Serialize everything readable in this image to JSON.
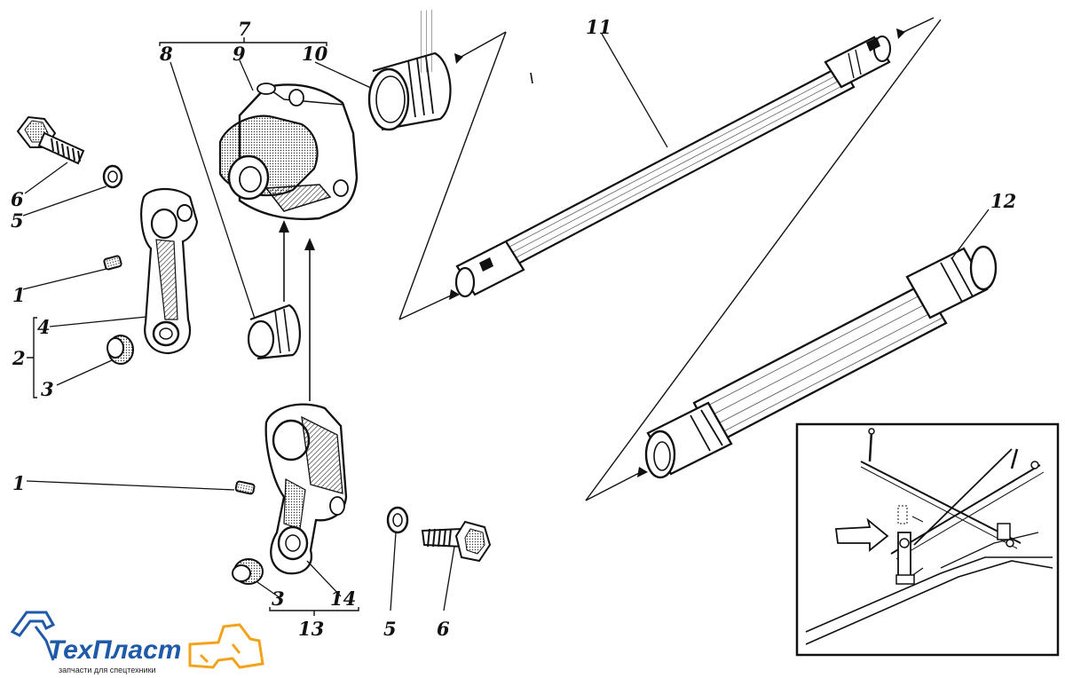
{
  "labels": {
    "l7": "7",
    "l8": "8",
    "l9": "9",
    "l10": "10",
    "l11": "11",
    "l12": "12",
    "l6a": "6",
    "l5a": "5",
    "l1a": "1",
    "l4": "4",
    "l2": "2",
    "l3a": "3",
    "l1b": "1",
    "l3b": "3",
    "l14": "14",
    "l13": "13",
    "l5b": "5",
    "l6b": "6"
  },
  "logo": {
    "name_part1": "Тех",
    "name_part2": "Пласт",
    "tagline": "запчасти для спецтехники"
  },
  "colors": {
    "ink": "#111111",
    "logo_blue": "#1e5aa8",
    "logo_orange": "#f2a21b"
  }
}
